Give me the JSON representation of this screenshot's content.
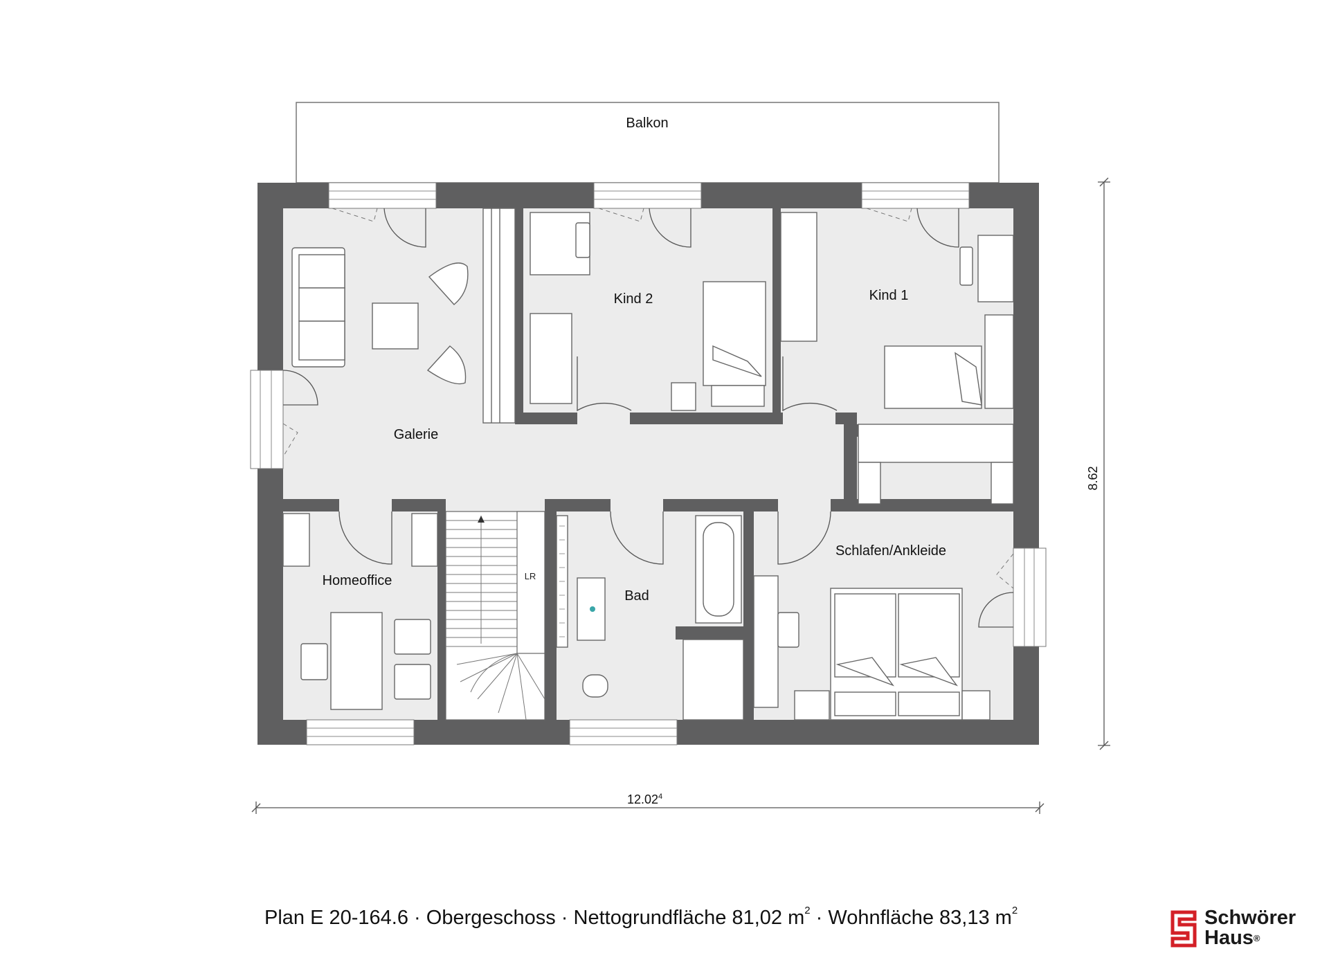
{
  "plan": {
    "rooms": {
      "balkon": "Balkon",
      "galerie": "Galerie",
      "kind2": "Kind 2",
      "kind1": "Kind 1",
      "homeoffice": "Homeoffice",
      "bad": "Bad",
      "schlafen": "Schlafen/Ankleide",
      "lr": "LR"
    },
    "dimensions": {
      "width_main": "12.02",
      "width_sup": "4",
      "height": "8.62"
    }
  },
  "caption": {
    "prefix": "Plan E 20-164.6 · Obergeschoss · Nettogrundfläche 81,02 m",
    "sup1": "2",
    "middle": " · Wohnfläche 83,13 m",
    "sup2": "2"
  },
  "logo": {
    "line1": "Schwörer",
    "line2": "Haus",
    "mark": "®",
    "color": "#d32027"
  },
  "colors": {
    "wall": "#5f5f60",
    "floor": "#ececec",
    "line": "#555555"
  }
}
